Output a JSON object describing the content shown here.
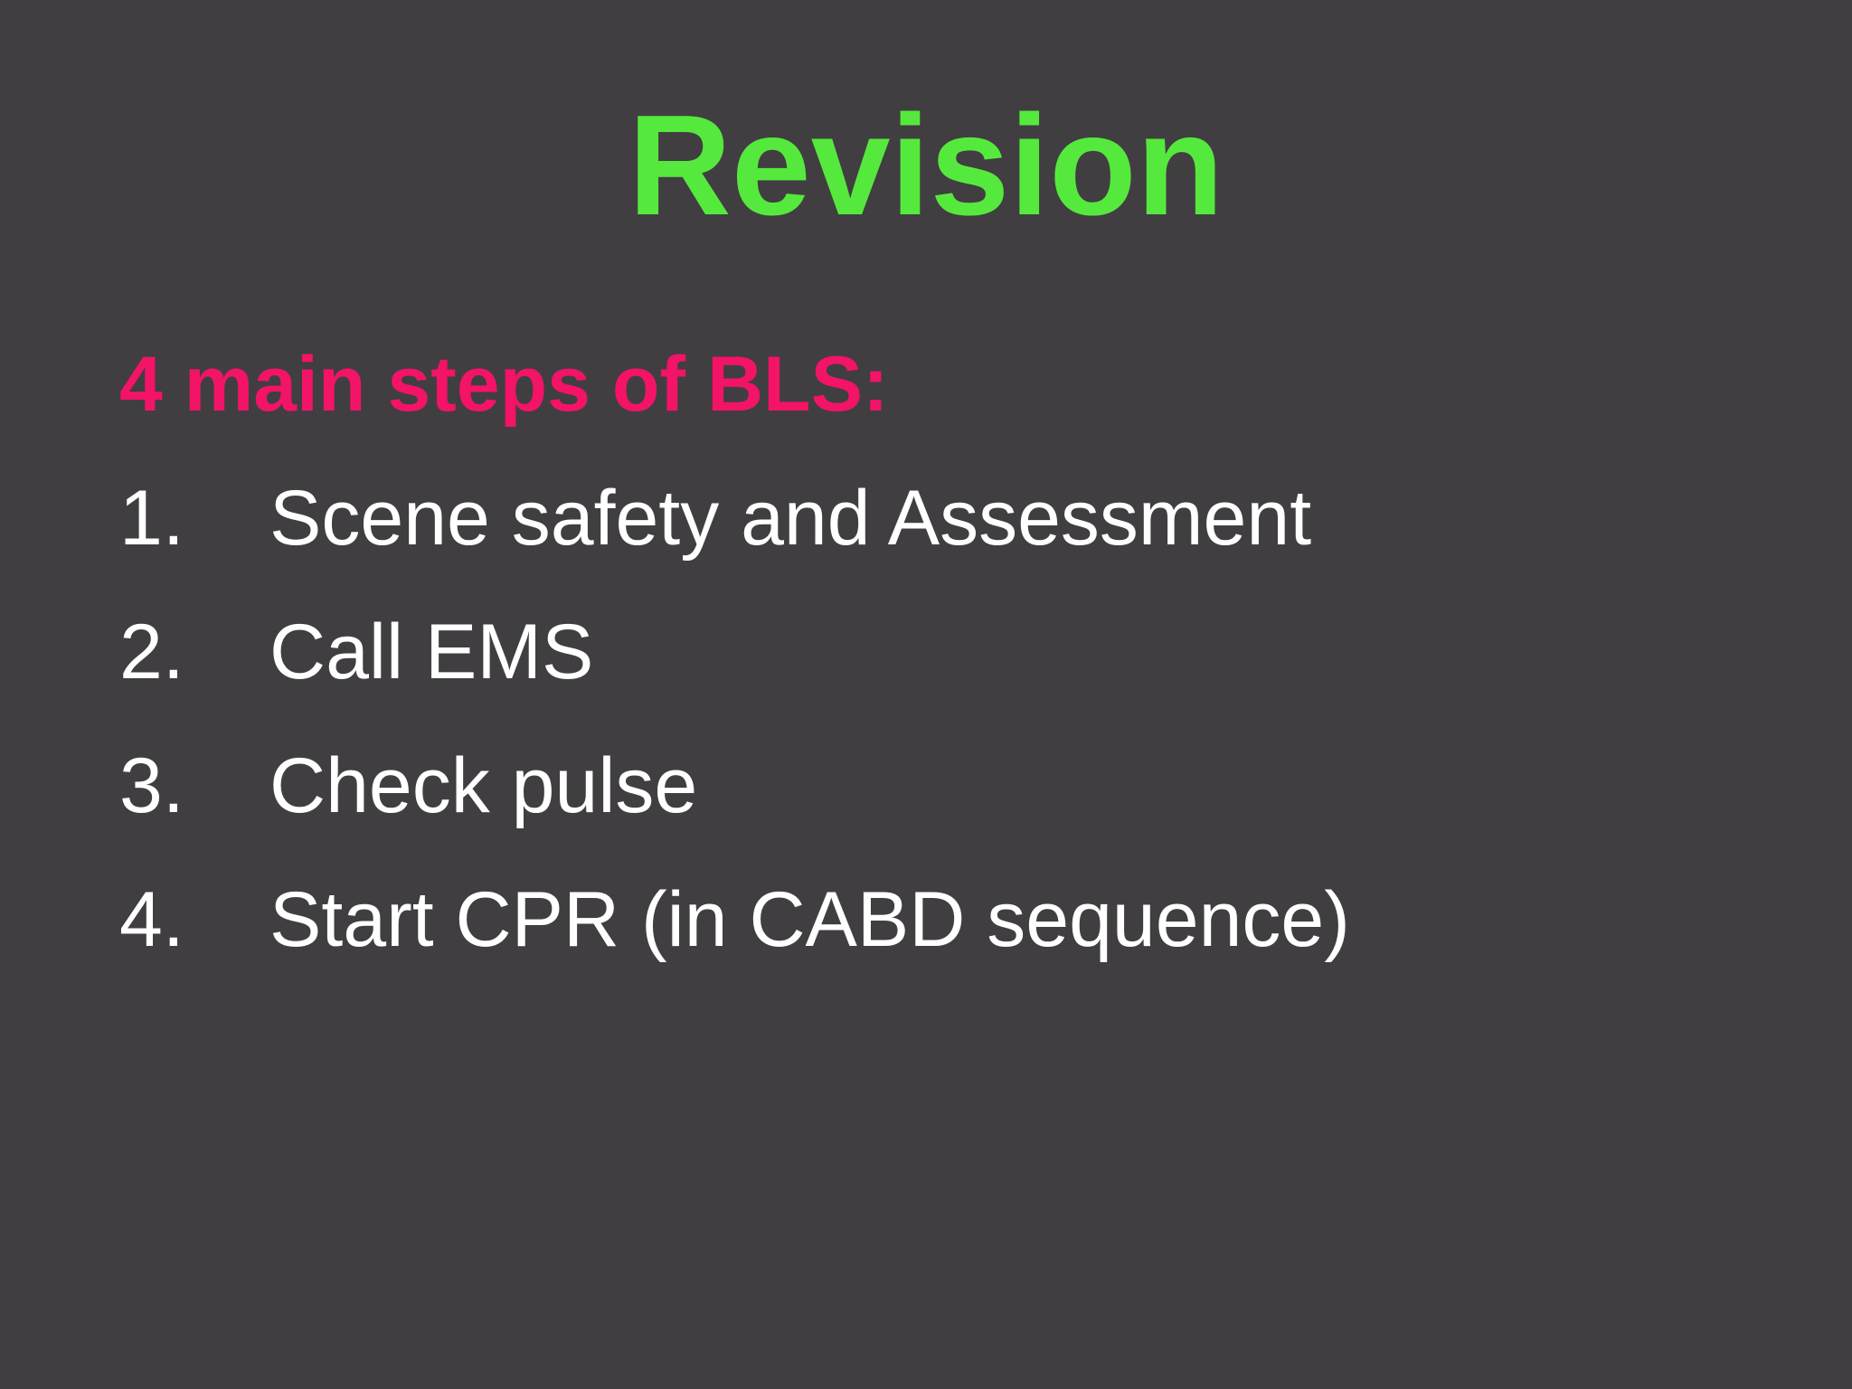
{
  "slide": {
    "title": "Revision",
    "heading": "4 main steps of BLS:",
    "list": [
      {
        "number": "1.",
        "text": "Scene safety and Assessment"
      },
      {
        "number": "2.",
        "text": "Call EMS"
      },
      {
        "number": "3.",
        "text": "Check pulse"
      },
      {
        "number": "4.",
        "text": "Start CPR (in CABD sequence)"
      }
    ],
    "colors": {
      "background": "#403E41",
      "title_green": "#56E93D",
      "heading_pink": "#F31367",
      "body_text": "#FFFFFF"
    }
  }
}
